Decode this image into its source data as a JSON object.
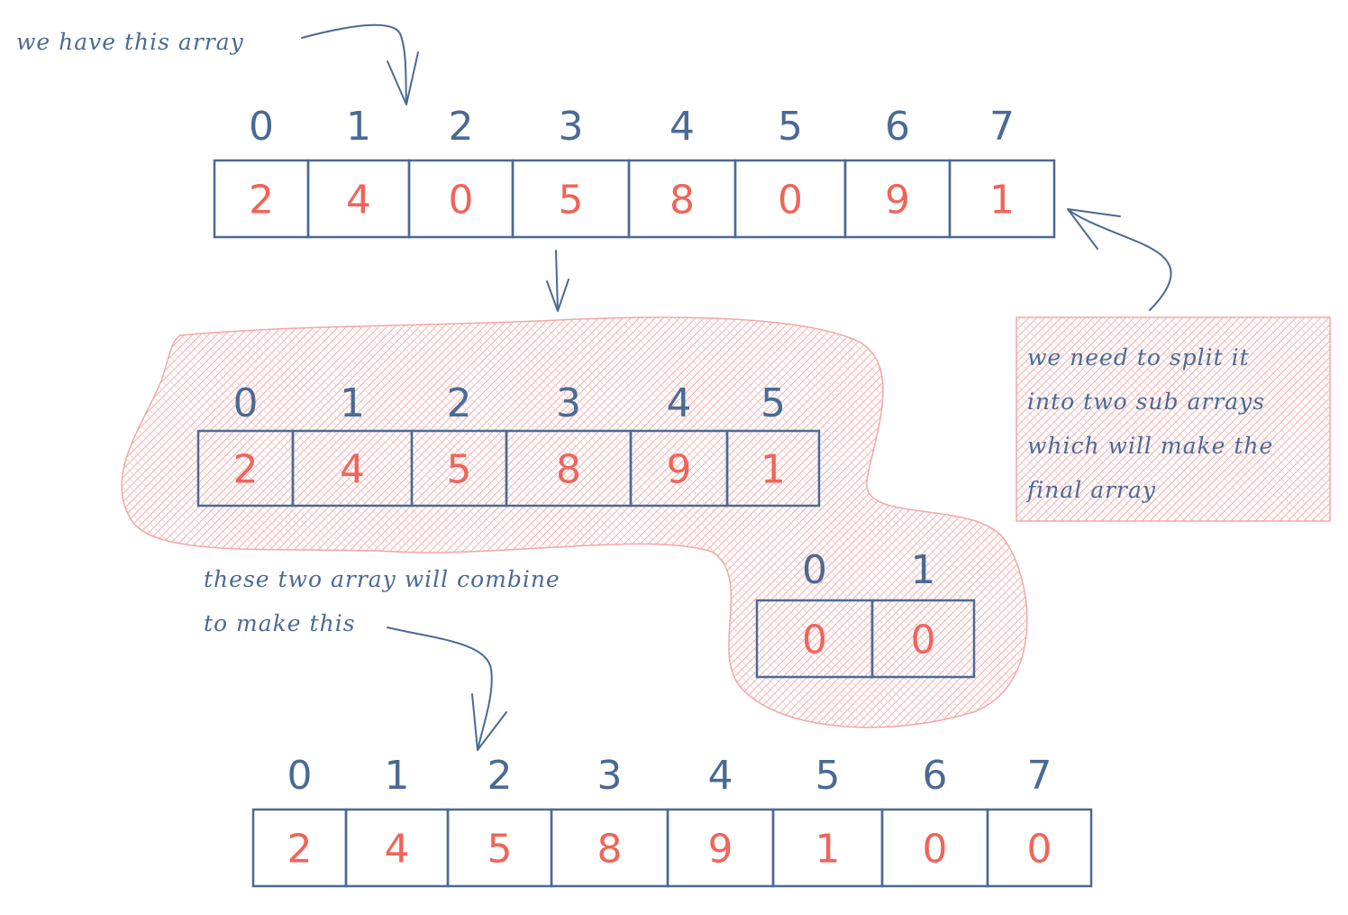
{
  "colors": {
    "ink": "#4a6a94",
    "value": "#f0645a",
    "highlight_fill": "#f7c4c4",
    "highlight_stroke": "#f29b9b"
  },
  "notes": {
    "top": "we have this array",
    "side": [
      "we need to split it",
      "into two sub arrays",
      "which will make the",
      "final array"
    ],
    "combine": [
      "these two array will combine",
      "to make this"
    ]
  },
  "arrays": {
    "original": {
      "indices": [
        "0",
        "1",
        "2",
        "3",
        "4",
        "5",
        "6",
        "7"
      ],
      "values": [
        "2",
        "4",
        "0",
        "5",
        "8",
        "0",
        "9",
        "1"
      ]
    },
    "sub_nonzero": {
      "indices": [
        "0",
        "1",
        "2",
        "3",
        "4",
        "5"
      ],
      "values": [
        "2",
        "4",
        "5",
        "8",
        "9",
        "1"
      ]
    },
    "sub_zero": {
      "indices": [
        "0",
        "1"
      ],
      "values": [
        "0",
        "0"
      ]
    },
    "final": {
      "indices": [
        "0",
        "1",
        "2",
        "3",
        "4",
        "5",
        "6",
        "7"
      ],
      "values": [
        "2",
        "4",
        "5",
        "8",
        "9",
        "1",
        "0",
        "0"
      ]
    }
  }
}
